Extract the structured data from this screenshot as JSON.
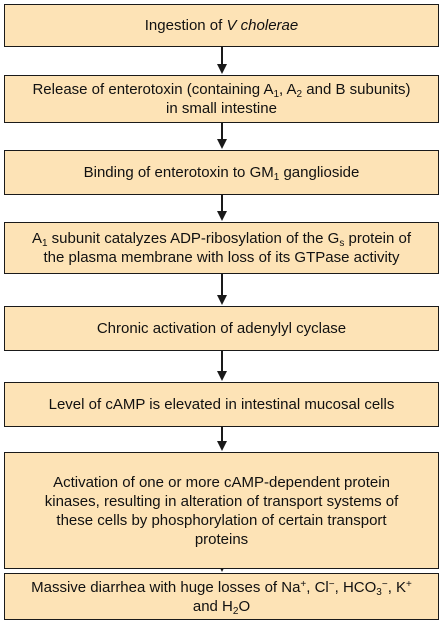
{
  "colors": {
    "box_fill": "#fde3b6",
    "box_border": "#1a1a1a",
    "arrow": "#1a1a1a",
    "text": "#111111"
  },
  "steps": [
    {
      "parts": [
        {
          "t": "Ingestion of "
        },
        {
          "t": "V cholerae",
          "i": true
        }
      ]
    },
    {
      "parts": [
        {
          "t": "Release of enterotoxin (containing A"
        },
        {
          "t": "1",
          "sub": true
        },
        {
          "t": ", A"
        },
        {
          "t": "2",
          "sub": true
        },
        {
          "t": " and B subunits)"
        },
        {
          "br": true
        },
        {
          "t": "in small intestine"
        }
      ]
    },
    {
      "parts": [
        {
          "t": "Binding of enterotoxin to GM"
        },
        {
          "t": "1",
          "sub": true
        },
        {
          "t": " ganglioside"
        }
      ]
    },
    {
      "parts": [
        {
          "t": "A"
        },
        {
          "t": "1",
          "sub": true
        },
        {
          "t": " subunit catalyzes ADP-ribosylation of the G"
        },
        {
          "t": "s",
          "sub": true
        },
        {
          "t": " protein of"
        },
        {
          "br": true
        },
        {
          "t": "the plasma membrane with loss of its GTPase activity"
        }
      ]
    },
    {
      "parts": [
        {
          "t": "Chronic activation of adenylyl cyclase"
        }
      ]
    },
    {
      "parts": [
        {
          "t": "Level of cAMP is elevated in intestinal mucosal cells"
        }
      ]
    },
    {
      "parts": [
        {
          "t": "Activation of one or more cAMP-dependent protein"
        },
        {
          "br": true
        },
        {
          "t": "kinases, resulting in alteration of transport systems of"
        },
        {
          "br": true
        },
        {
          "t": "these cells by phosphorylation of certain transport"
        },
        {
          "br": true
        },
        {
          "t": "proteins"
        }
      ]
    },
    {
      "parts": [
        {
          "t": "Massive diarrhea with huge losses of Na"
        },
        {
          "t": "+",
          "sup": true
        },
        {
          "t": ", Cl"
        },
        {
          "t": "−",
          "sup": true
        },
        {
          "t": ", HCO"
        },
        {
          "t": "3",
          "sub": true
        },
        {
          "t": "−",
          "sup": true
        },
        {
          "t": ", K"
        },
        {
          "t": "+",
          "sup": true
        },
        {
          "br": true
        },
        {
          "t": "and H"
        },
        {
          "t": "2",
          "sub": true
        },
        {
          "t": "O"
        }
      ]
    }
  ]
}
